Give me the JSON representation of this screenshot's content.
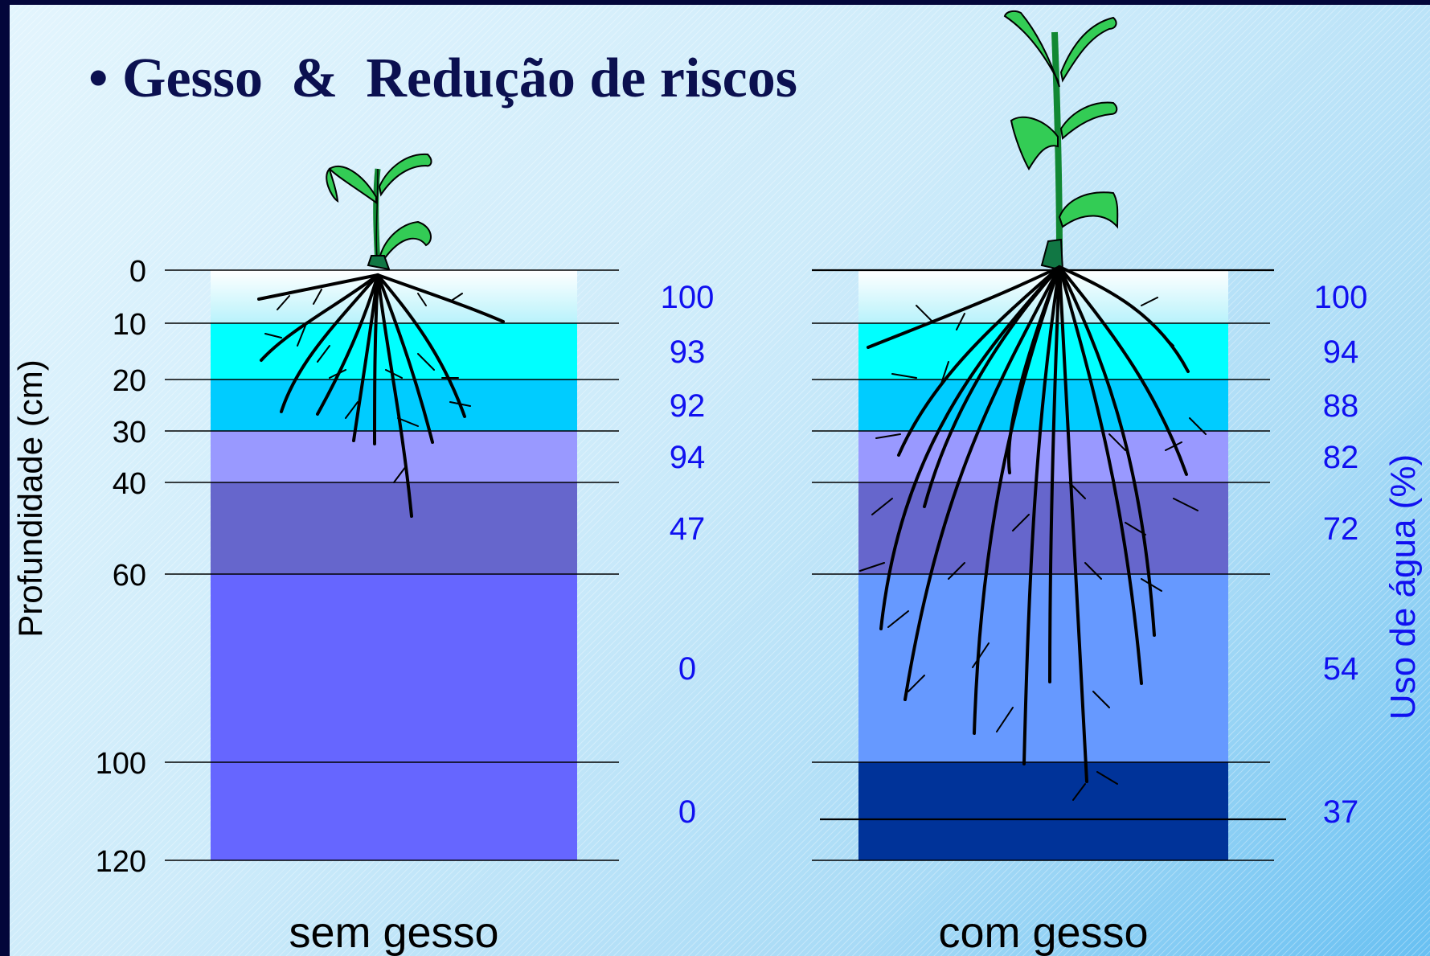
{
  "title": "• Gesso  &  Redução de riscos",
  "left_axis_title": "Profundidade (cm)",
  "right_axis_title": "Uso de água (%)",
  "depth_ticks": [
    0,
    10,
    20,
    30,
    40,
    60,
    100,
    120
  ],
  "columns": [
    {
      "caption": "sem gesso",
      "layers": [
        {
          "from": 0,
          "to": 10,
          "water_use": "100",
          "color": "#e6fbff"
        },
        {
          "from": 10,
          "to": 20,
          "water_use": "93",
          "color": "#00ffff"
        },
        {
          "from": 20,
          "to": 30,
          "water_use": "92",
          "color": "#00ccff"
        },
        {
          "from": 30,
          "to": 40,
          "water_use": "94",
          "color": "#9999ff"
        },
        {
          "from": 40,
          "to": 60,
          "water_use": "47",
          "color": "#6666cc"
        },
        {
          "from": 60,
          "to": 100,
          "water_use": "0",
          "color": "#6666ff"
        },
        {
          "from": 100,
          "to": 120,
          "water_use": "0",
          "color": "#6666ff"
        }
      ]
    },
    {
      "caption": "com gesso",
      "layers": [
        {
          "from": 0,
          "to": 10,
          "water_use": "100",
          "color": "#e6fbff"
        },
        {
          "from": 10,
          "to": 20,
          "water_use": "94",
          "color": "#00ffff"
        },
        {
          "from": 20,
          "to": 30,
          "water_use": "88",
          "color": "#00ccff"
        },
        {
          "from": 30,
          "to": 40,
          "water_use": "82",
          "color": "#9999ff"
        },
        {
          "from": 40,
          "to": 60,
          "water_use": "72",
          "color": "#6666cc"
        },
        {
          "from": 60,
          "to": 100,
          "water_use": "54",
          "color": "#6699ff"
        },
        {
          "from": 100,
          "to": 120,
          "water_use": "37",
          "color": "#003399"
        }
      ]
    }
  ]
}
